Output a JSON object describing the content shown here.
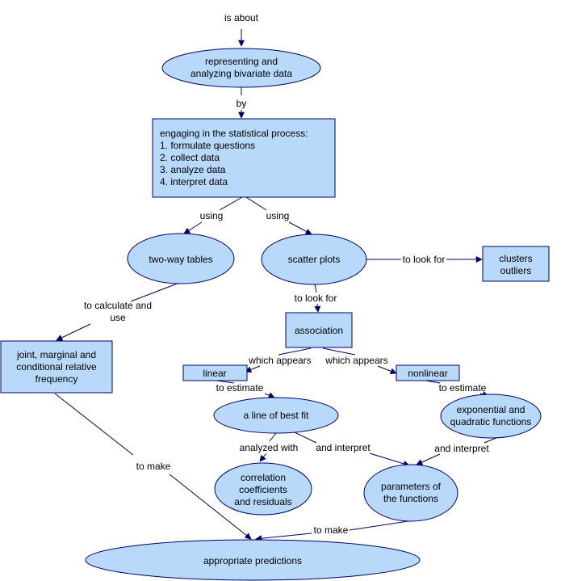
{
  "nodes": {
    "top_label": "is about",
    "representing": [
      "representing and",
      "analyzing bivariate data"
    ],
    "engaging": [
      "engaging in the statistical process:",
      "1. formulate questions",
      "2. collect data",
      "3. analyze data",
      "4. interpret data"
    ],
    "two_way": [
      "two-way tables"
    ],
    "scatter": [
      "scatter plots"
    ],
    "clusters": [
      "clusters",
      "outliers"
    ],
    "association": [
      "association"
    ],
    "joint": [
      "joint, marginal and",
      "conditional relative",
      "frequency"
    ],
    "linear": [
      "linear"
    ],
    "nonlinear": [
      "nonlinear"
    ],
    "best_fit": [
      "a line of best fit"
    ],
    "exponential": [
      "exponential and",
      "quadratic functions"
    ],
    "correlation": [
      "correlation",
      "coefficients",
      "and residuals"
    ],
    "parameters": [
      "parameters of",
      "the functions"
    ],
    "predictions": [
      "appropriate predictions"
    ]
  },
  "edges": {
    "by": [
      "by"
    ],
    "using_left": [
      "using"
    ],
    "using_right": [
      "using"
    ],
    "look_for_right": [
      "to look for"
    ],
    "look_for_down": [
      "to look for"
    ],
    "calc": [
      "to calculate and",
      "use"
    ],
    "which_left": [
      "which appears"
    ],
    "which_right": [
      "which appears"
    ],
    "estimate_left": [
      "to estimate"
    ],
    "estimate_right": [
      "to estimate"
    ],
    "analyzed": [
      "analyzed with"
    ],
    "interpret_left": [
      "and interpret"
    ],
    "interpret_right": [
      "and interpret"
    ],
    "make_left": [
      "to make"
    ],
    "make_bottom": [
      "to make"
    ]
  },
  "colors": {
    "fill": "#b8d9fa",
    "stroke": "#000066"
  }
}
